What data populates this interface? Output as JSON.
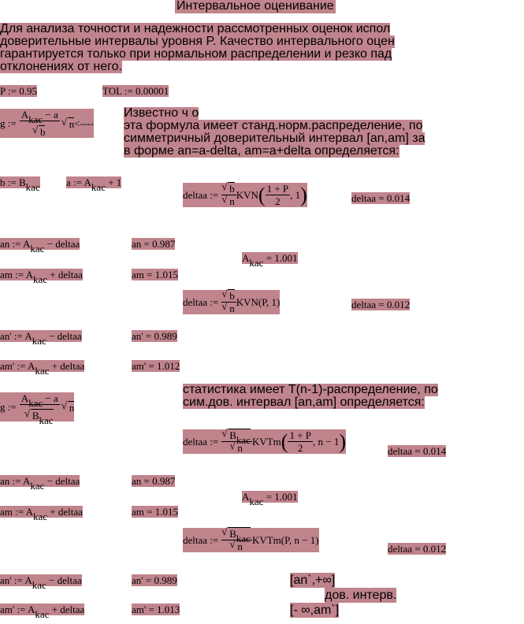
{
  "title": "Интервальное оценивание",
  "intro": [
    "Для анализа точности и надежности рассмотренных оценок испол",
    "доверительные интервалы уровня P. Качество интервального оцен",
    "гарантируется только при нормальном распределении и резко пад",
    "отклонениях от него."
  ],
  "defs": {
    "p": "P := 0.95",
    "tol": "TOL := 0.00001"
  },
  "g1": {
    "lhs": "g :=",
    "num_a": "A",
    "num_sub": "kac",
    "num_tail": "− a",
    "den": "b",
    "tail": "n",
    "arrow": "<----"
  },
  "note1": [
    "Известно ч о",
    "эта формула имеет станд.норм.распределение, по",
    "симметричный доверительный интервал [an,am] за",
    "в форме an=a-delta, am=a+delta определяется:"
  ],
  "b_def": {
    "lhs": "b := B",
    "sub": "kac"
  },
  "a_def": {
    "lhs": "a := A",
    "sub": "kac",
    "tail": "+ 1"
  },
  "delta": {
    "lhs": "deltaa :=",
    "b": "b",
    "n": "n",
    "kvn": "KVN",
    "one": "1",
    "plus_p": "+ P",
    "two": "2",
    "arg1": ", 1",
    "kvn_b": "KVN(P, 1)",
    "kvtm": "KVTm",
    "arg_n": ", n − 1",
    "kvtm_b": "KVTm(P, n − 1)",
    "B": "B",
    "sub": "kac"
  },
  "deltas": {
    "d1": "deltaa = 0.014",
    "d2": "deltaa = 0.012",
    "d3": "deltaa = 0.014",
    "d4": "deltaa = 0.012"
  },
  "rows": {
    "an_lhs": "an := A",
    "am_lhs": "am := A",
    "anp_lhs": "an' := A",
    "amp_lhs": "am' := A",
    "sub": "kac",
    "minus": "− deltaa",
    "plus": "+ deltaa",
    "an1": "an = 0.987",
    "am1": "am = 1.015",
    "anp1": "an' = 0.989",
    "amp1": "am' = 1.012",
    "an2": "an = 0.987",
    "am2": "am = 1.015",
    "anp2": "an' = 0.989",
    "amp2": "am' = 1.013"
  },
  "akac": {
    "a": "A",
    "sub": "kac",
    "val": "= 1.001"
  },
  "g2": {
    "lhs": "g :=",
    "num_tail": "− a",
    "den_B": "B",
    "tail": "n"
  },
  "note2": [
    "статистика имеет T(n-1)-распределение, по",
    "сим.дов. интервал [an,am] определяется:"
  ],
  "note3": [
    "[an`,+∞]",
    "дов. интерв.",
    "[- ∞,am`]"
  ]
}
